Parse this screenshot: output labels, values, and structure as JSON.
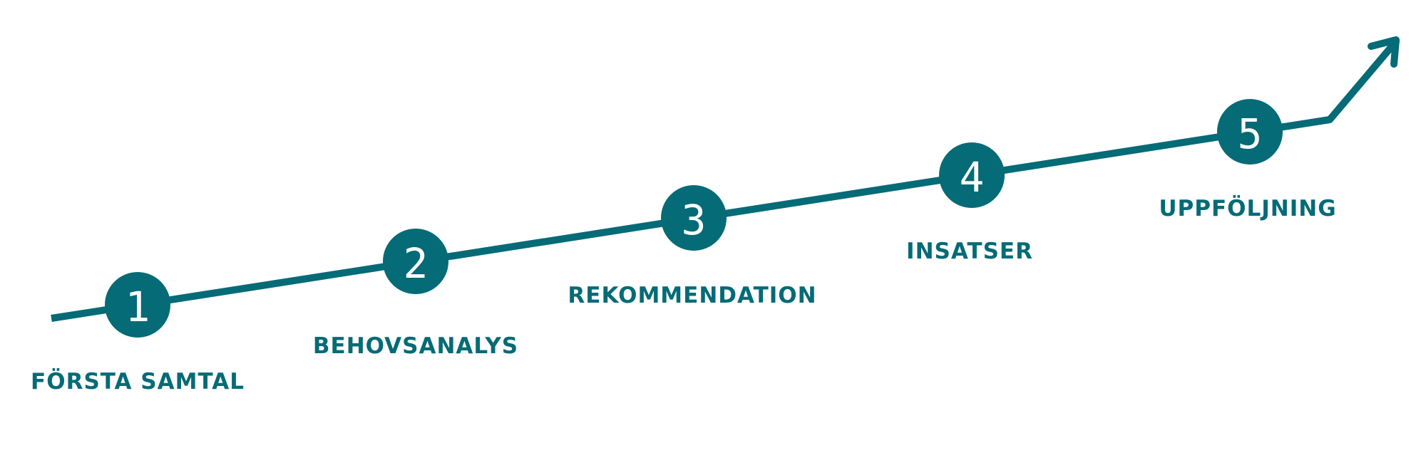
{
  "colors": {
    "accent": "#056b76",
    "number_text": "#ffffff",
    "background": "#ffffff"
  },
  "steps": [
    {
      "number": "1",
      "label": "FÖRSTA SAMTAL"
    },
    {
      "number": "2",
      "label": "BEHOVSANALYS"
    },
    {
      "number": "3",
      "label": "REKOMMENDATION"
    },
    {
      "number": "4",
      "label": "INSATSER"
    },
    {
      "number": "5",
      "label": "UPPFÖLJNING"
    }
  ],
  "arrow_icon": "arrow-up-right-icon"
}
